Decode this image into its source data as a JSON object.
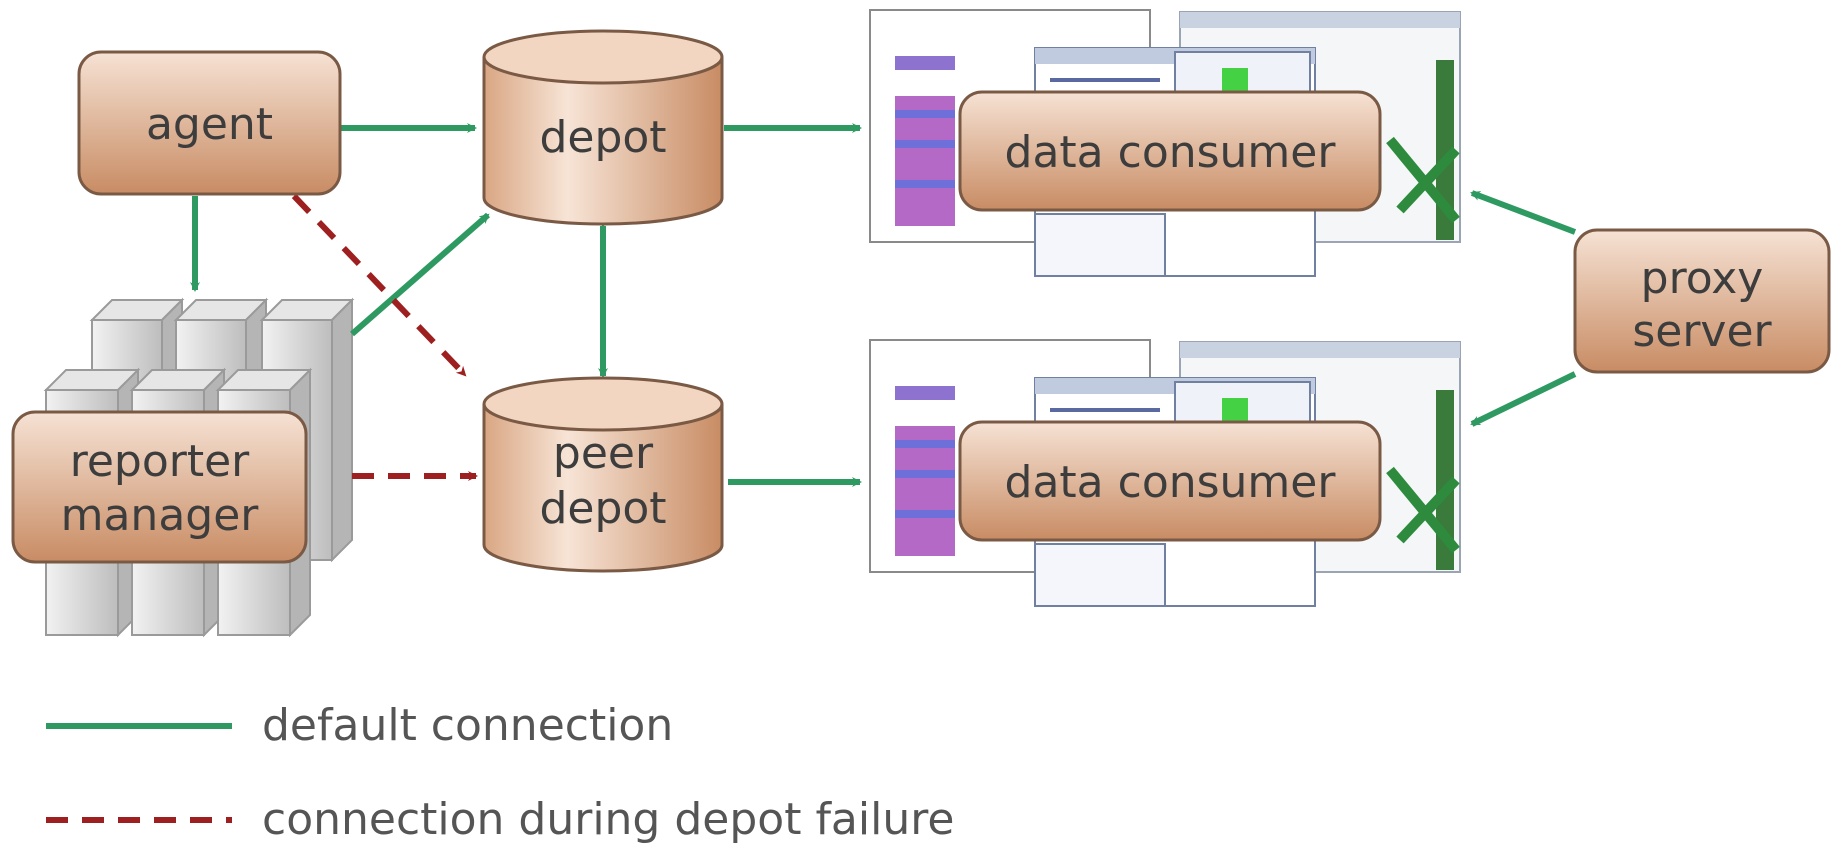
{
  "nodes": {
    "agent": "agent",
    "depot": "depot",
    "peer_depot": [
      "peer",
      "depot"
    ],
    "reporter_manager": [
      "reporter",
      "manager"
    ],
    "data_consumer_top": "data consumer",
    "data_consumer_bottom": "data consumer",
    "proxy_server": [
      "proxy",
      "server"
    ]
  },
  "legend": {
    "default_connection": "default connection",
    "failure_connection": "connection during depot failure"
  },
  "colors": {
    "default_connection": "#2e9a62",
    "failure_connection": "#9e1f1f",
    "node_fill_light": "#f4dccb",
    "node_fill_dark": "#c98d66",
    "node_stroke": "#7a5a45"
  },
  "icons": [
    "server-stack-icon",
    "screenshot-thumbnail-icon"
  ]
}
